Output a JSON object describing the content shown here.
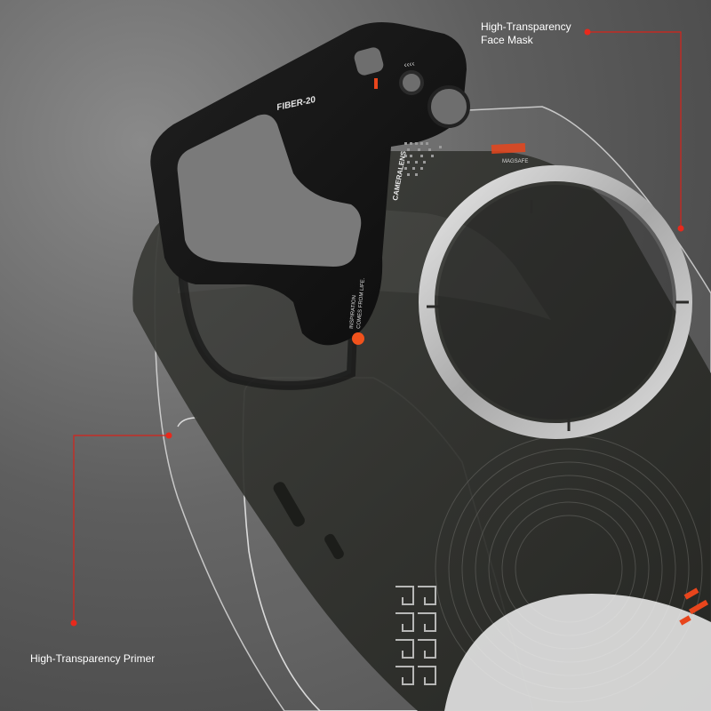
{
  "callouts": {
    "face_mask": {
      "line1": "High-Transparency",
      "line2": "Face Mask"
    },
    "primer": {
      "text": "High-Transparency Primer"
    }
  },
  "lens_cover": {
    "model_text": "FIBER-20",
    "camera_text": "CAMERALENS",
    "slogan_line1": "INSPIRATION",
    "slogan_line2": "COMES FROM LIFE.",
    "magsafe_text": "MAGSAFE"
  },
  "colors": {
    "accent": "#e8291c",
    "lens_black": "#141414",
    "case_dark": "#2f302c",
    "ring_silver": "#cfcfcf"
  },
  "icons": {
    "callout_marker": "circle-dot",
    "lens_accent": "orange-dot"
  }
}
